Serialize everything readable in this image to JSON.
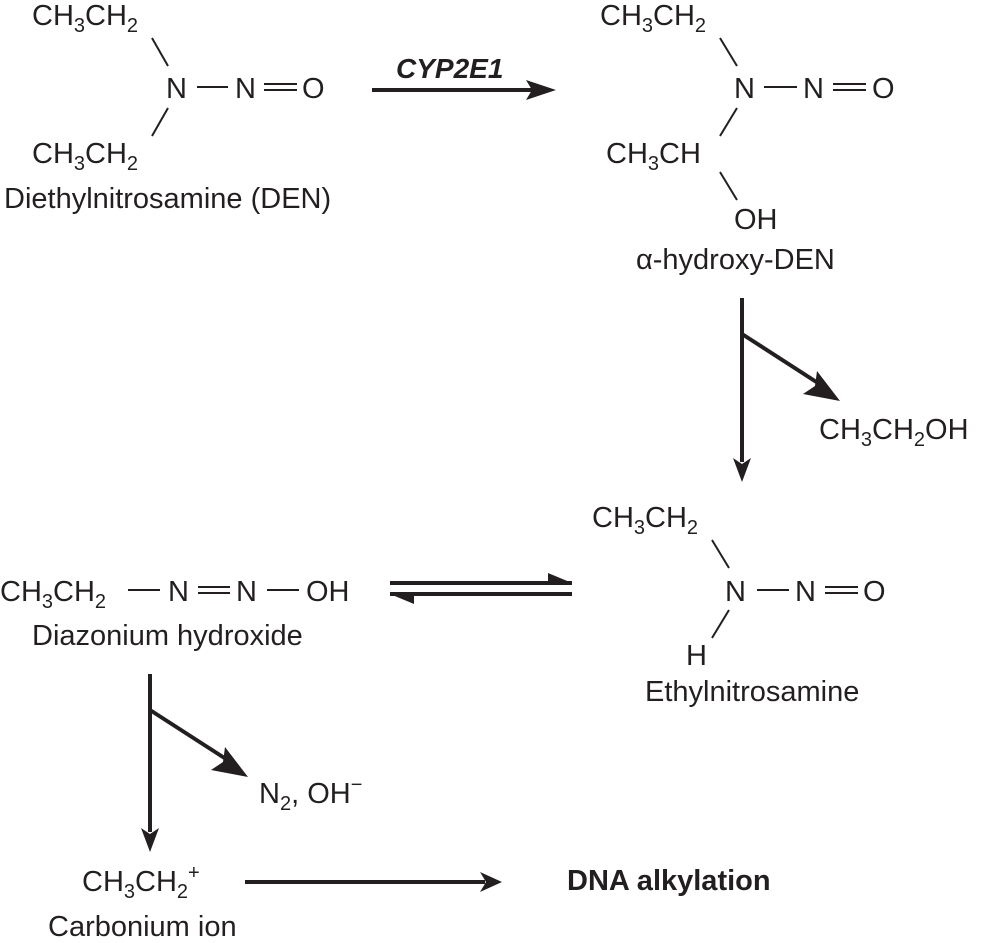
{
  "diagram": {
    "title": "Metabolic activation of diethylnitrosamine",
    "colors": {
      "ink": "#231f20",
      "background": "#ffffff"
    },
    "molecules": {
      "den": {
        "ethyl_top": {
          "a": "CH",
          "s1": "3",
          "b": "CH",
          "s2": "2"
        },
        "ethyl_bottom": {
          "a": "CH",
          "s1": "3",
          "b": "CH",
          "s2": "2"
        },
        "n1": "N",
        "n2": "N",
        "o": "O",
        "name": "Diethylnitrosamine (DEN)"
      },
      "alpha_hydroxy_den": {
        "ethyl_top": {
          "a": "CH",
          "s1": "3",
          "b": "CH",
          "s2": "2"
        },
        "ch3ch": {
          "a": "CH",
          "s1": "3",
          "b": "CH"
        },
        "oh": "OH",
        "n1": "N",
        "n2": "N",
        "o": "O",
        "name": "α-hydroxy-DEN"
      },
      "ethanol": {
        "a": "CH",
        "s1": "3",
        "b": "CH",
        "s2": "2",
        "c": "OH"
      },
      "ethylnitrosamine": {
        "ethyl_top": {
          "a": "CH",
          "s1": "3",
          "b": "CH",
          "s2": "2"
        },
        "h": "H",
        "n1": "N",
        "n2": "N",
        "o": "O",
        "name": "Ethylnitrosamine"
      },
      "diazonium_hydroxide": {
        "ethyl": {
          "a": "CH",
          "s1": "3",
          "b": "CH",
          "s2": "2"
        },
        "n1": "N",
        "n2": "N",
        "oh": "OH",
        "name": "Diazonium hydroxide"
      },
      "byproducts": {
        "n": "N",
        "s": "2",
        "rest": ", OH",
        "charge": "−"
      },
      "carbonium_ion": {
        "a": "CH",
        "s1": "3",
        "b": "CH",
        "s2": "2",
        "charge": "+",
        "name": "Carbonium ion"
      }
    },
    "enzyme_label": "CYP2E1",
    "outcome": "DNA alkylation"
  }
}
